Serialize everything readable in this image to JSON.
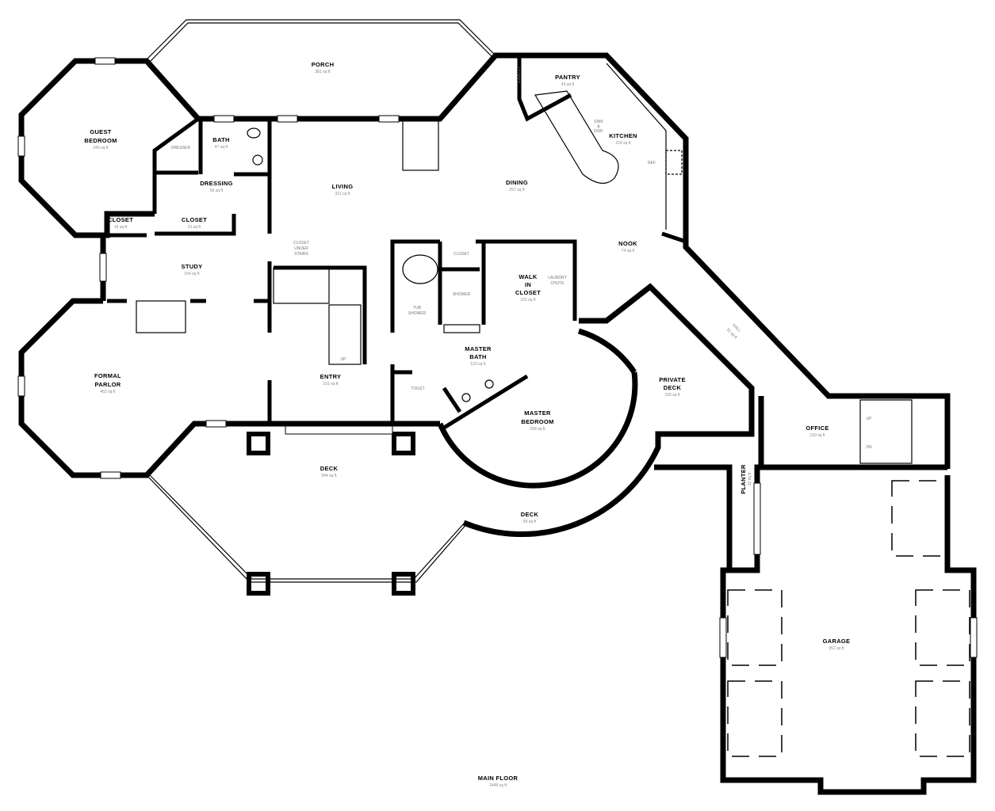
{
  "plan": {
    "title": "MAIN FLOOR",
    "title_area": "2448 sq ft",
    "rooms": {
      "porch": {
        "name": "PORCH",
        "area": "381 sq ft"
      },
      "guest_bedroom": {
        "name1": "GUEST",
        "name2": "BEDROOM",
        "area": "240 sq ft"
      },
      "bath": {
        "name": "BATH",
        "area": "47 sq ft"
      },
      "dressing": {
        "name": "DRESSING",
        "area": "56 sq ft"
      },
      "closet_a": {
        "name": "CLOSET",
        "area": "19 sq ft"
      },
      "closet_b": {
        "name": "CLOSET",
        "area": "22 sq ft"
      },
      "study": {
        "name": "STUDY",
        "area": "154 sq ft"
      },
      "living": {
        "name": "LIVING",
        "area": "321 sq ft"
      },
      "pantry": {
        "name": "PANTRY",
        "area": "43 sq ft"
      },
      "kitchen": {
        "name": "KITCHEN",
        "area": "224 sq ft"
      },
      "dining": {
        "name": "DINING",
        "area": "257 sq ft"
      },
      "nook": {
        "name": "NOOK",
        "area": "74 sq ft"
      },
      "walk_in_closet": {
        "name1": "WALK",
        "name2": "IN",
        "name3": "CLOSET",
        "area": "101 sq ft"
      },
      "laundry_chute": {
        "name1": "LAUNDRY",
        "name2": "CHUTE"
      },
      "master_bath": {
        "name1": "MASTER",
        "name2": "BATH",
        "area": "123 sq ft"
      },
      "entry": {
        "name": "ENTRY",
        "area": "101 sq ft"
      },
      "formal_parlor": {
        "name1": "FORMAL",
        "name2": "PARLOR",
        "area": "462 sq ft"
      },
      "master_bedroom": {
        "name1": "MASTER",
        "name2": "BEDROOM",
        "area": "208 sq ft"
      },
      "deck_main": {
        "name": "DECK",
        "area": "544 sq ft"
      },
      "deck_arc": {
        "name": "DECK",
        "area": "99 sq ft"
      },
      "private_deck": {
        "name1": "PRIVATE",
        "name2": "DECK",
        "area": "150 sq ft"
      },
      "hall": {
        "name": "HALL",
        "area": "51 sq ft"
      },
      "office": {
        "name": "OFFICE",
        "area": "100 sq ft"
      },
      "planter": {
        "name": "PLANTER",
        "area": "32 sq ft"
      },
      "garage": {
        "name": "GARAGE",
        "area": "952 sq ft"
      }
    },
    "annotations": {
      "closet_under_stairs": [
        "CLOSET",
        "UNDER",
        "STAIRS"
      ],
      "tub_shower": [
        "TUB",
        "SHOWER"
      ],
      "toilet": "TOILET",
      "shower": "SHOWER",
      "closet_small": "CLOSET",
      "closet_pantry": "CLOSET",
      "sink_disposal": [
        "SINK",
        "&",
        "DISP."
      ],
      "ref": "REF",
      "stairs_up": "UP",
      "stairs_dn": "DN",
      "dresser": "DRESSER"
    }
  }
}
